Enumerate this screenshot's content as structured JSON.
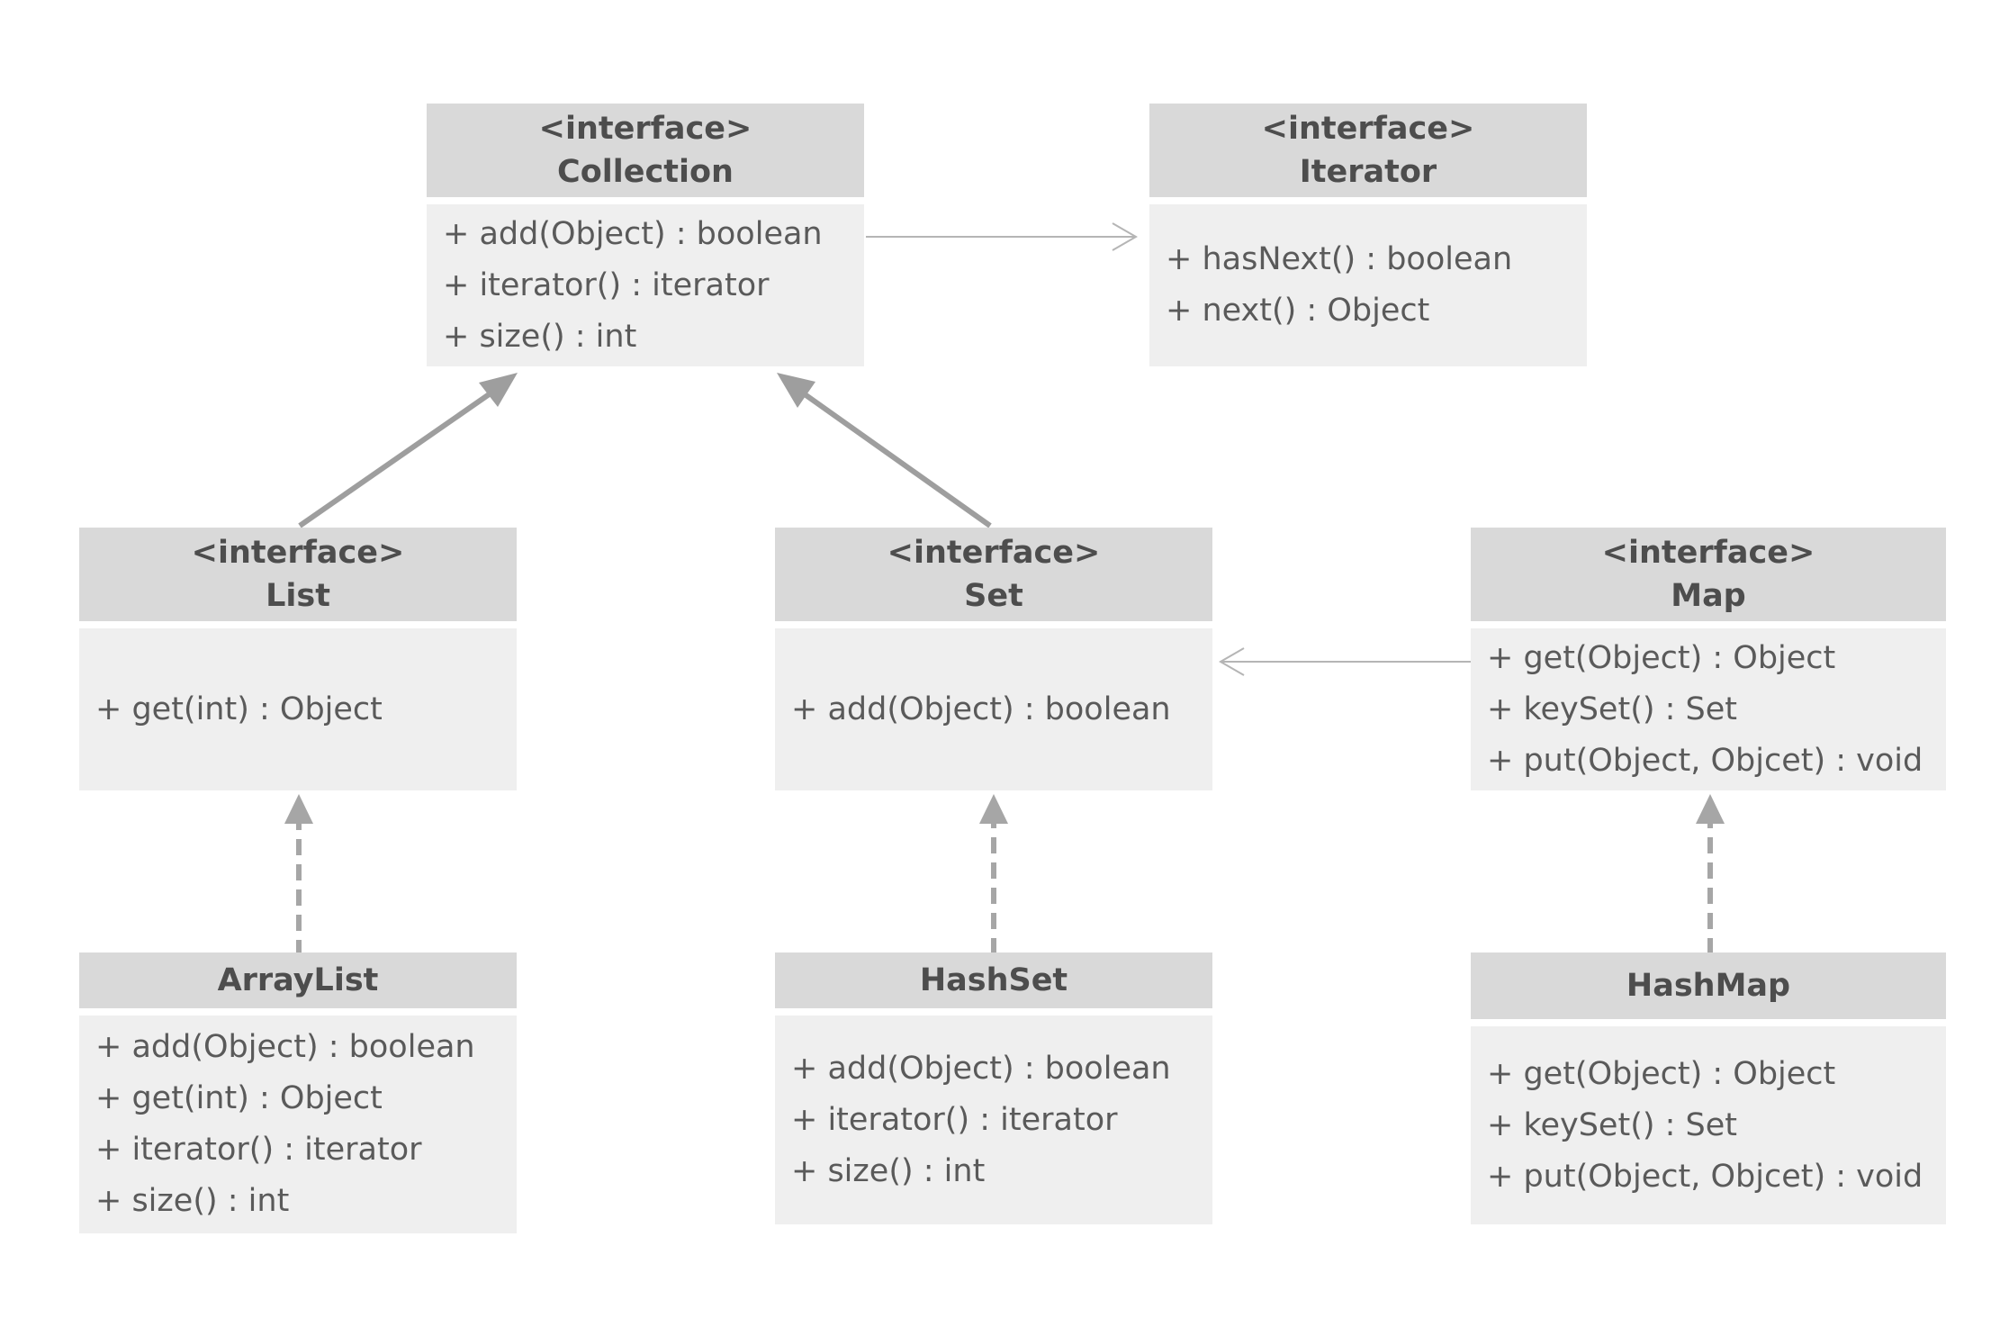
{
  "boxes": {
    "collection": {
      "stereotype": "<interface>",
      "name": "Collection",
      "members": [
        "+ add(Object)  : boolean",
        "+ iterator()  : iterator",
        "+ size()  : int"
      ]
    },
    "iterator": {
      "stereotype": "<interface>",
      "name": "Iterator",
      "members": [
        "+ hasNext()  : boolean",
        "+ next()  : Object"
      ]
    },
    "list": {
      "stereotype": "<interface>",
      "name": "List",
      "members": [
        "+ get(int)  : Object"
      ]
    },
    "set": {
      "stereotype": "<interface>",
      "name": "Set",
      "members": [
        "+ add(Object)  : boolean"
      ]
    },
    "map": {
      "stereotype": "<interface>",
      "name": "Map",
      "members": [
        "+ get(Object)  : Object",
        "+ keySet()  : Set",
        "+ put(Object,  Objcet)  : void"
      ]
    },
    "arraylist": {
      "name": "ArrayList",
      "members": [
        "+ add(Object)  : boolean",
        "+ get(int)  : Object",
        "+ iterator()  : iterator",
        "+ size()  : int"
      ]
    },
    "hashset": {
      "name": "HashSet",
      "members": [
        "+ add(Object)  : boolean",
        "+ iterator()  : iterator",
        "+ size()  : int"
      ]
    },
    "hashmap": {
      "name": "HashMap",
      "members": [
        "+ get(Object)  : Object",
        "+ keySet()  : Set",
        "+ put(Object,  Objcet)  : void"
      ]
    }
  },
  "relations": [
    {
      "from": "collection",
      "to": "iterator",
      "kind": "dependency"
    },
    {
      "from": "list",
      "to": "collection",
      "kind": "generalization"
    },
    {
      "from": "set",
      "to": "collection",
      "kind": "generalization"
    },
    {
      "from": "map",
      "to": "set",
      "kind": "dependency"
    },
    {
      "from": "arraylist",
      "to": "list",
      "kind": "realization"
    },
    {
      "from": "hashset",
      "to": "set",
      "kind": "realization"
    },
    {
      "from": "hashmap",
      "to": "map",
      "kind": "realization"
    }
  ],
  "colors": {
    "header_fill": "#d9d9d9",
    "body_fill": "#efefef",
    "text": "#4d4d4d",
    "solid_arrow": "#9e9e9e",
    "thin_arrow": "#b5b5b5"
  }
}
